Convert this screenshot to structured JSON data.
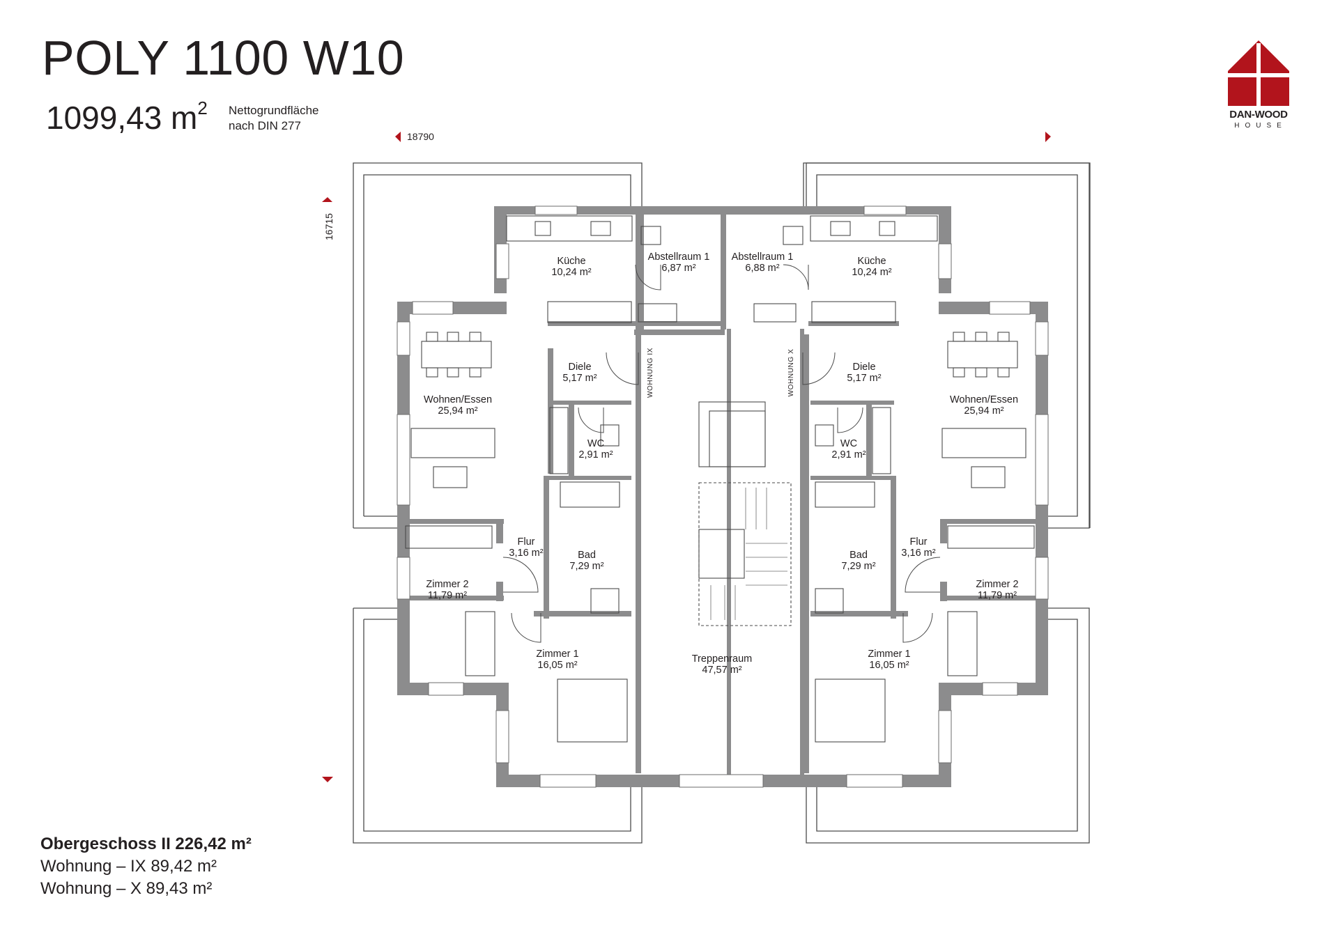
{
  "header": {
    "title": "POLY 1100 W10",
    "area_value": "1099,43 m",
    "area_exp": "2",
    "area_note_line1": "Nettogrundfläche",
    "area_note_line2": "nach DIN 277"
  },
  "logo": {
    "brand": "DAN-WOOD",
    "sub": "HOUSE",
    "icon": "house-roof-cross-icon",
    "color": "#b2141c"
  },
  "dimensions": {
    "width": "18790",
    "depth": "16715"
  },
  "wohnung_labels": {
    "left": "WOHNUNG IX",
    "right": "WOHNUNG X"
  },
  "rooms": {
    "left": [
      {
        "name": "Küche",
        "area": "10,24 m²"
      },
      {
        "name": "Abstellraum 1",
        "area": "6,87 m²"
      },
      {
        "name": "Diele",
        "area": "5,17 m²"
      },
      {
        "name": "Wohnen/Essen",
        "area": "25,94 m²"
      },
      {
        "name": "WC",
        "area": "2,91 m²"
      },
      {
        "name": "Flur",
        "area": "3,16 m²"
      },
      {
        "name": "Bad",
        "area": "7,29 m²"
      },
      {
        "name": "Zimmer 2",
        "area": "11,79 m²"
      },
      {
        "name": "Zimmer 1",
        "area": "16,05 m²"
      }
    ],
    "center": [
      {
        "name": "Treppenraum",
        "area": "47,57 m²"
      }
    ],
    "right": [
      {
        "name": "Abstellraum 1",
        "area": "6,88 m²"
      },
      {
        "name": "Küche",
        "area": "10,24 m²"
      },
      {
        "name": "Diele",
        "area": "5,17 m²"
      },
      {
        "name": "Wohnen/Essen",
        "area": "25,94 m²"
      },
      {
        "name": "WC",
        "area": "2,91 m²"
      },
      {
        "name": "Bad",
        "area": "7,29 m²"
      },
      {
        "name": "Flur",
        "area": "3,16 m²"
      },
      {
        "name": "Zimmer 2",
        "area": "11,79 m²"
      },
      {
        "name": "Zimmer 1",
        "area": "16,05 m²"
      }
    ]
  },
  "summary": {
    "floor": "Obergeschoss II 226,42 m²",
    "unit_ix": "Wohnung – IX 89,42 m²",
    "unit_x": "Wohnung – X 89,43 m²"
  },
  "colors": {
    "wall": "#8c8c8d",
    "accent": "#b2141c",
    "line": "#3a3a3a"
  }
}
